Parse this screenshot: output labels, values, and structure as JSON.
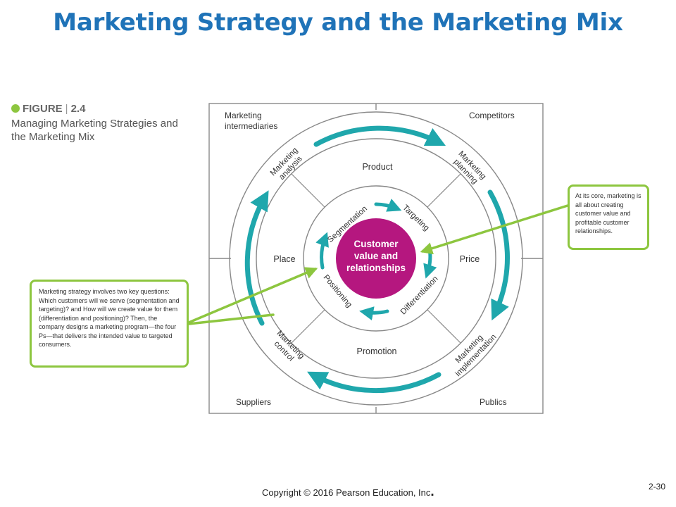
{
  "title": "Marketing Strategy and the Marketing Mix",
  "figure": {
    "label": "FIGURE",
    "number": "2.4",
    "caption": "Managing Marketing Strategies and the Marketing Mix"
  },
  "corners": {
    "top_left": [
      "Marketing",
      "intermediaries"
    ],
    "top_right": "Competitors",
    "bottom_left": "Suppliers",
    "bottom_right": "Publics"
  },
  "outer_ring": {
    "analysis": [
      "Marketing",
      "analysis"
    ],
    "planning": [
      "Marketing",
      "planning"
    ],
    "implementation": [
      "Marketing",
      "implementation"
    ],
    "control": [
      "Marketing",
      "control"
    ]
  },
  "marketing_mix": {
    "product": "Product",
    "price": "Price",
    "promotion": "Promotion",
    "place": "Place"
  },
  "inner_ring": {
    "segmentation": "Segmentation",
    "targeting": "Targeting",
    "differentiation": "Differentiation",
    "positioning": "Positioning"
  },
  "center": [
    "Customer",
    "value and",
    "relationships"
  ],
  "callouts": {
    "left": "Marketing strategy involves two key questions: Which customers will we serve (segmentation and targeting)? and How will we create value for them (differentiation and positioning)? Then, the company designs a marketing program—the four Ps—that delivers the intended value to targeted consumers.",
    "right": "At its core, marketing is all about creating customer value and profitable customer relationships."
  },
  "colors": {
    "title": "#1f73b8",
    "cycle_arrows": "#1fa7ac",
    "center": "#b5177f",
    "callout_border": "#8dc63f"
  },
  "footer": {
    "copyright": "Copyright © 2016 Pearson Education, Inc",
    "period": ".",
    "page": "2-30"
  }
}
